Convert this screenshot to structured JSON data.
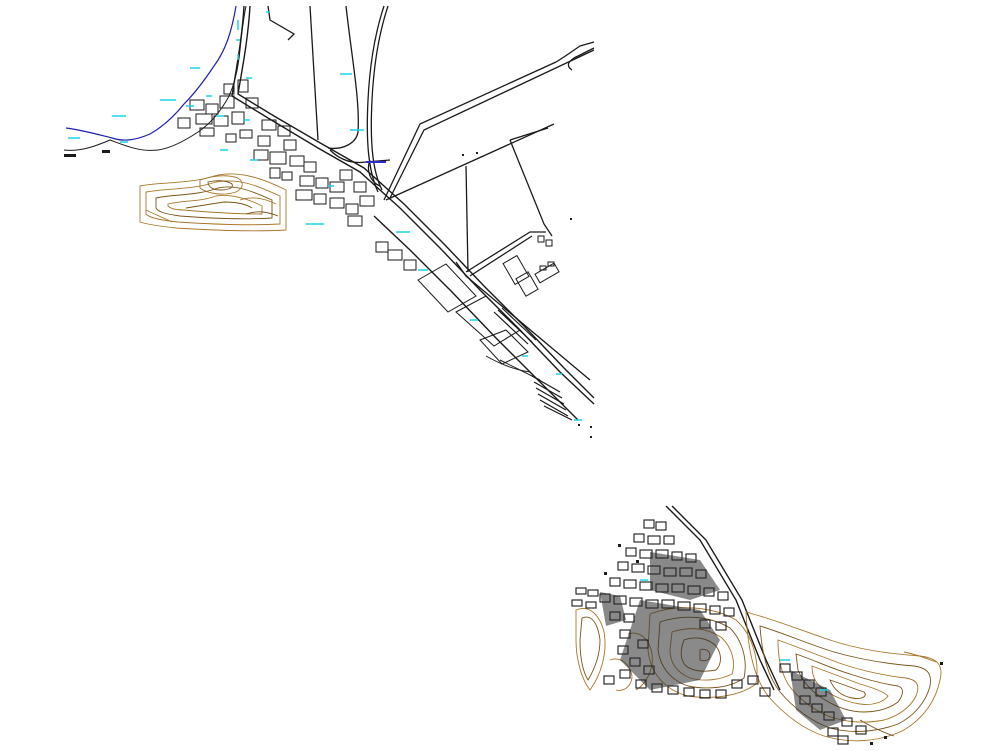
{
  "map": {
    "background_color": "#ffffff",
    "colors": {
      "roads": "#1a1a1a",
      "coastline": "#1f1fb0",
      "labels": "#19d6e6",
      "contours": "#a8772a",
      "contours_dark": "#7a5418",
      "highlight_road": "#2a2ad0"
    },
    "layers": [
      "roads",
      "blocks",
      "coastline",
      "contours",
      "labels"
    ],
    "regions": [
      {
        "id": "north-port-area",
        "features": [
          "coastline",
          "urban-blocks",
          "highway",
          "airfield-roads",
          "hill-contours"
        ]
      },
      {
        "id": "south-urban-area",
        "features": [
          "dense-urban-grid",
          "hill-contours",
          "highway"
        ]
      }
    ]
  }
}
